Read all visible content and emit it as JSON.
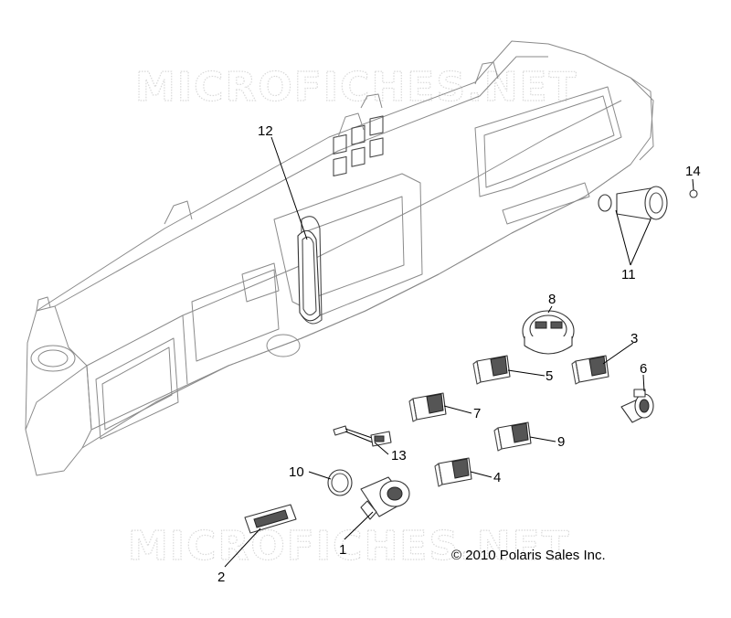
{
  "watermark_text": "MICROFICHES.NET",
  "copyright": "© 2010 Polaris Sales Inc.",
  "callouts": {
    "c1": "1",
    "c2": "2",
    "c3": "3",
    "c4": "4",
    "c5": "5",
    "c6": "6",
    "c7": "7",
    "c8": "8",
    "c9": "9",
    "c10": "10",
    "c11": "11",
    "c12": "12",
    "c13": "13",
    "c14": "14"
  }
}
